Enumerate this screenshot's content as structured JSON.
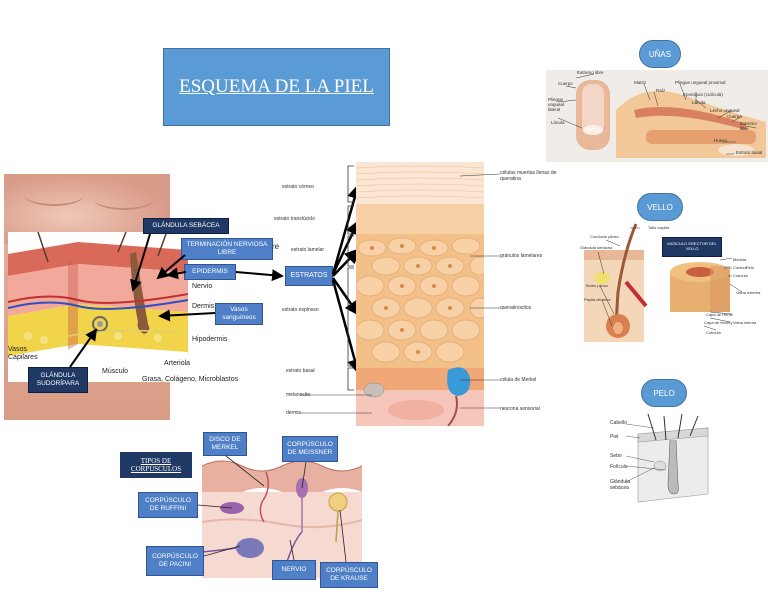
{
  "title": "ESQUEMA DE LA PIEL",
  "skin_section": {
    "labels": {
      "glandula_sebacea": "GLÁNDULA SEBÁCEA",
      "terminacion_nerviosa": "TERMINACIÓN NERVIOSA LIBRE",
      "epidermis": "EPIDERMIS",
      "vasos_sanguineos": "Vasos sanguíneos",
      "glandula_sudoripara": "GLÁNDULA SUDORÍPARA",
      "nervio": "Nervio",
      "dermis": "Dermis",
      "hipodermis": "Hipodermis",
      "vasos_capilares": "Vasos Capilares",
      "musculo": "Músculo",
      "arteriola": "Arteriola",
      "grasa": "Grasa, Colágeno, Microblastos",
      "re": "re"
    }
  },
  "estratos": {
    "box_label": "ESTRATOS",
    "left_labels": [
      "estrato córneo",
      "estrato translúcido",
      "estrato lamelar",
      "estrato espinoso",
      "estrato basal",
      "melanocito",
      "dermis"
    ],
    "right_labels": [
      "células muertas llenas de queratina",
      "gránulos lamelares",
      "queratinocitos",
      "célula de Merkel",
      "neurona sensorial"
    ]
  },
  "corpusculos": {
    "heading": "TIPOS DE CORPÚSCULOS",
    "disco_merkel": "DISCO DE MERKEL",
    "meissner": "CORPÚSCULO DE MEISSNER",
    "ruffini": "CORPÚSCULO DE RUFFINI",
    "pacini": "CORPÚSCULO DE PACINI",
    "nervio": "NERVIO",
    "krause": "CORPÚSCULO DE KRAUSE"
  },
  "unas": {
    "pill": "UÑAS",
    "labels": [
      "Extremo libre",
      "Cuerpo",
      "Pliegue ungueal lateral",
      "Lúnula",
      "Matriz",
      "Raíz",
      "Pliegue ungueal proximal",
      "Eponiquio (cutícula)",
      "Lúnula",
      "Lecho ungueal",
      "Cuerpo",
      "Extremo libre",
      "Hueso",
      "Estrato basal"
    ]
  },
  "vello": {
    "pill": "VELLO",
    "box": "MÚSCULO ERECTOR DEL VELLO",
    "labels": [
      "Tallo capilar",
      "Conducto piloso",
      "Glándula sebácea",
      "Bulbo piloso",
      "Papila dérmica",
      "Médula",
      "Corteza",
      "Cutícula",
      "Pelo",
      "Vaina externa",
      "Capa de Henle",
      "Capa de Huxley",
      "Vaina interna",
      "Cutícula"
    ]
  },
  "pelo": {
    "pill": "PELO",
    "labels": [
      "Cabello",
      "Piel",
      "Sebo",
      "Folículo",
      "Glándula sebácea"
    ]
  },
  "colors": {
    "accent_blue": "#5b9bd5",
    "label_blue": "#4f7fc6",
    "dark_navy": "#1f3864",
    "skin": "#f0b98a",
    "epidermis_cells": "#f5c99a",
    "fat": "#f1d449"
  }
}
